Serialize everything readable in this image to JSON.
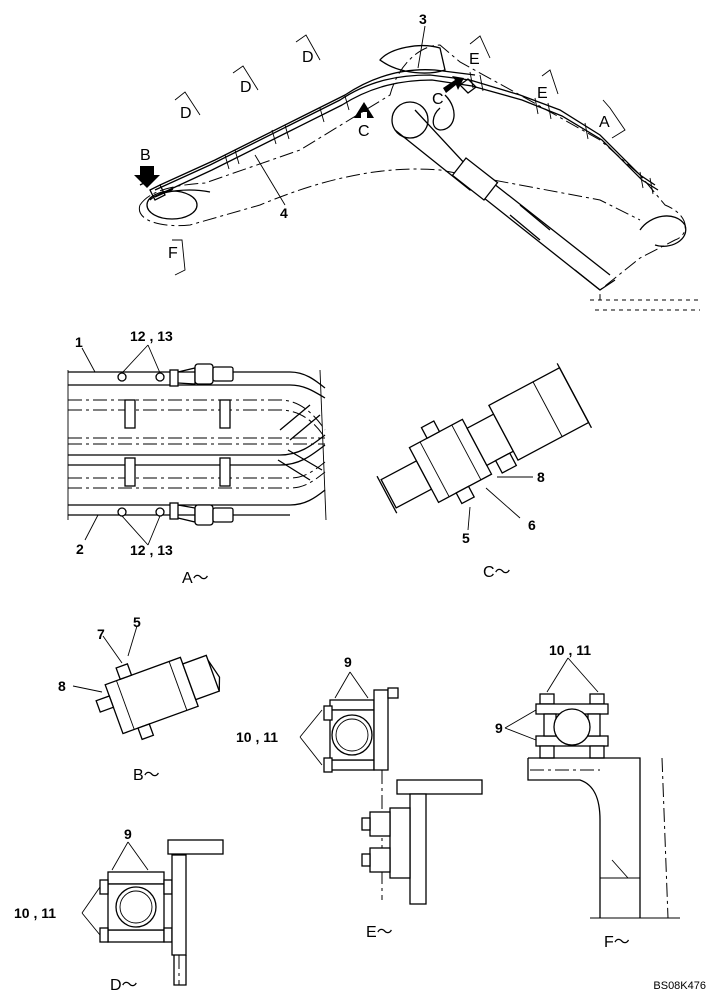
{
  "callouts": {
    "n1": "1",
    "n2": "2",
    "n3": "3",
    "n4": "4",
    "n5": "5",
    "n6": "6",
    "n7": "7",
    "n8": "8",
    "n9": "9",
    "n10_11": "10 , 11",
    "n12_13": "12 , 13"
  },
  "view_markers": {
    "a": "A",
    "b": "B",
    "c": "C",
    "d": "D",
    "e": "E",
    "f": "F"
  },
  "captions": {
    "a": "A～",
    "b": "B～",
    "c": "C～",
    "d": "D～",
    "e": "E～",
    "f": "F～"
  },
  "drawing_code": "BS08K476"
}
